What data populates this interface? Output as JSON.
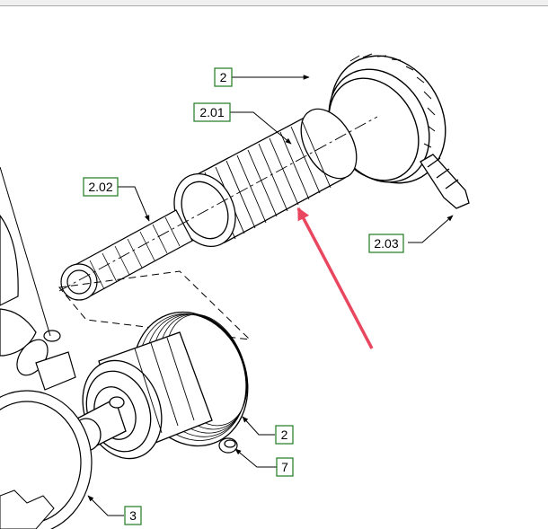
{
  "drawing": {
    "callouts": [
      {
        "id": "c2_top",
        "label": "2"
      },
      {
        "id": "c201",
        "label": "2.01"
      },
      {
        "id": "c202",
        "label": "2.02"
      },
      {
        "id": "c203",
        "label": "2.03"
      },
      {
        "id": "c2_bottom",
        "label": "2"
      },
      {
        "id": "c7",
        "label": "7"
      },
      {
        "id": "c3",
        "label": "3"
      }
    ],
    "colors": {
      "callout_box": "#1e7a1e",
      "arrow": "#e8475f",
      "line": "#000000"
    }
  }
}
